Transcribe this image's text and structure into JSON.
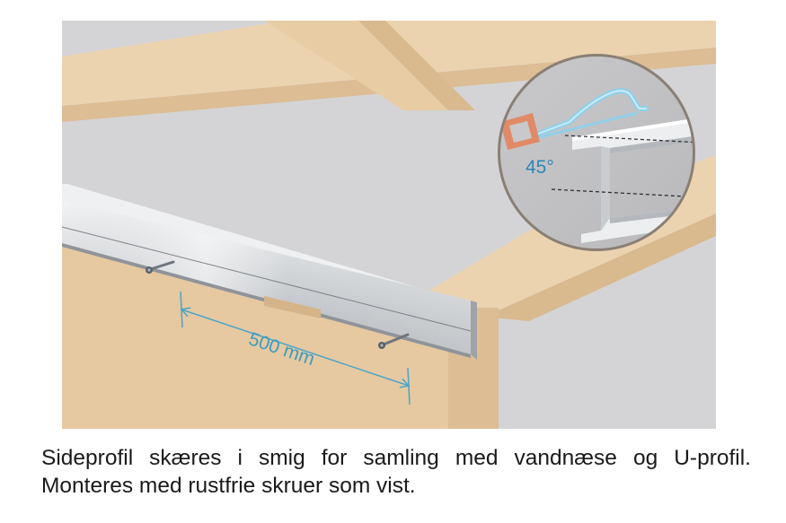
{
  "illustration": {
    "dimension_label": "500 mm",
    "angle_label": "45°",
    "colors": {
      "background": "#d4d4d6",
      "wood_top": "#ecd3b0",
      "wood_side": "#e6c9a1",
      "wood_shadow": "#d6b489",
      "profile_light": "#e9eaec",
      "profile_mid": "#c3c6ca",
      "profile_dark": "#9fa3a8",
      "dimension_line": "#4aa5c8",
      "inset_border": "#8a7f74",
      "saw_blade": "#8fd0ea",
      "saw_handle": "#e08a66"
    }
  },
  "caption": {
    "line1": "Sideprofil skæres i smig for samling med vandnæse og U-profil.",
    "line2": "Monteres med rustfrie skruer som vist."
  }
}
